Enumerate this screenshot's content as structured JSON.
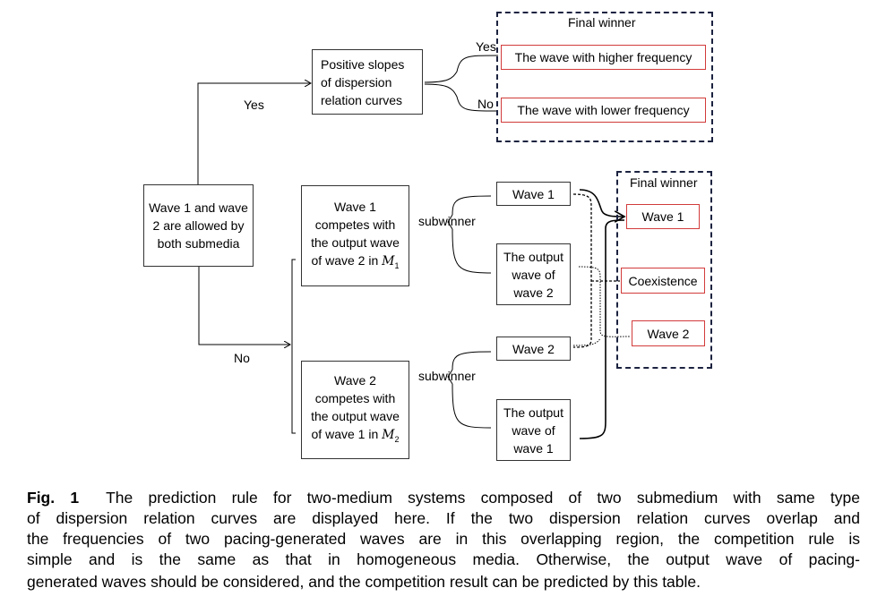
{
  "diagram": {
    "start_box": "Wave 1 and wave 2 are allowed by both submedia",
    "yes_label": "Yes",
    "no_label": "No",
    "slopes_box": "Positive slopes of dispersion relation curves",
    "slopes_yes": "Yes",
    "slopes_no": "No",
    "top_final_title": "Final winner",
    "higher_freq": "The wave with higher frequency",
    "lower_freq": "The wave with lower frequency",
    "m1_box": "Wave 1 competes with the output wave of wave 2 in",
    "m1_sym": "M",
    "m1_sub": "1",
    "m2_box": "Wave 2 competes with the output wave of wave 1 in",
    "m2_sym": "M",
    "m2_sub": "2",
    "subwinner_1": "subwinner",
    "subwinner_2": "subwinner",
    "sub_wave1": "Wave 1",
    "sub_out2": "The output wave of wave 2",
    "sub_wave2": "Wave 2",
    "sub_out1": "The output wave of wave 1",
    "right_final_title": "Final winner",
    "final_wave1": "Wave 1",
    "final_coexist": "Coexistence",
    "final_wave2": "Wave 2",
    "colors": {
      "winner_border": "#d23b3b",
      "dashed_frame": "#1c2340"
    }
  },
  "caption": {
    "label": "Fig.   1",
    "lines": [
      "The prediction rule for two-medium systems composed of two submedium with same type",
      "of dispersion relation curves are displayed here.   If the two dispersion relation curves overlap and",
      "the frequencies of two pacing-generated waves are in this overlapping region, the competition rule is",
      "simple and is the same as that in homogeneous media.   Otherwise, the output wave of pacing-",
      "generated waves should be considered, and the competition result can be predicted by this table."
    ]
  }
}
